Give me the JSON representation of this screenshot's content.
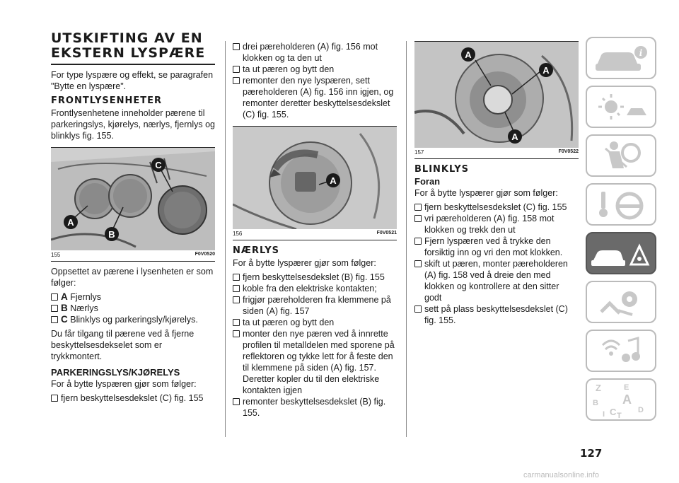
{
  "col1": {
    "title_line1": "UTSKIFTING AV EN",
    "title_line2": "EKSTERN LYSPÆRE",
    "intro": "For type lyspære og effekt, se paragrafen \"Bytte en lyspære\".",
    "section_heading": "FRONTLYSENHETER",
    "section_text": "Frontlysenhetene inneholder pærene til parkeringslys, kjørelys, nærlys, fjernlys og blinklys fig. 155.",
    "fig": {
      "number": "155",
      "code": "F0V0520"
    },
    "after_fig": "Oppsettet av pærene i lysenheten er som følger:",
    "items": [
      {
        "letter": "A",
        "text": "Fjernlys"
      },
      {
        "letter": "B",
        "text": "Nærlys"
      },
      {
        "letter": "C",
        "text": "Blinklys og parkeringsly/kjørelys."
      }
    ],
    "access_text": "Du får tilgang til pærene ved å fjerne beskyttelsesdekselet som er trykkmontert.",
    "sub_heading": "PARKERINGSLYS/KJØRELYS",
    "sub_intro": "For å bytte lyspæren gjør som følger:",
    "sub_step1": "fjern beskyttelsesdekslet (C) fig. 155"
  },
  "col2": {
    "steps_top": [
      "drei pæreholderen (A) fig. 156 mot klokken og ta den ut",
      "ta ut pæren og bytt den",
      "remonter den nye lyspæren, sett pæreholderen (A) fig. 156 inn igjen, og remonter deretter beskyttelsesdekslet (C) fig. 155."
    ],
    "fig": {
      "number": "156",
      "code": "F0V0521"
    },
    "heading": "NÆRLYS",
    "intro": "For å bytte lyspærer gjør som følger:",
    "steps": [
      "fjern beskyttelsesdekslet (B) fig. 155",
      "koble fra den elektriske kontakten;",
      "frigjør pæreholderen fra klemmene på siden (A) fig. 157",
      "ta ut pæren og bytt den",
      "monter den nye pæren ved å innrette profilen til metalldelen med sporene på reflektoren og tykke lett for å feste den til klemmene på siden (A) fig. 157. Deretter kopler du til den elektriske kontakten igjen",
      "remonter beskyttelsesdekslet (B) fig. 155."
    ]
  },
  "col3": {
    "fig": {
      "number": "157",
      "code": "F0V0522"
    },
    "heading": "BLINKLYS",
    "subheading": "Foran",
    "intro": "For å bytte lyspærer gjør som følger:",
    "steps": [
      "fjern beskyttelsesdekslet (C) fig. 155",
      "vri pæreholderen (A) fig. 158 mot klokken og trekk den ut",
      "Fjern lyspæren ved å trykke den forsiktig inn og vri den mot klokken.",
      "skift ut pæren, monter pæreholderen (A) fig. 158 ved å dreie den med klokken og kontrollere at den sitter godt",
      "sett på plass beskyttelsesdekslet (C) fig. 155."
    ]
  },
  "callouts": {
    "a": "A",
    "b": "B",
    "c": "C"
  },
  "tabs": [
    {
      "icon": "car-info-icon",
      "active": false
    },
    {
      "icon": "dashboard-lights-icon",
      "active": false
    },
    {
      "icon": "safety-airbag-icon",
      "active": false
    },
    {
      "icon": "key-steering-icon",
      "active": false
    },
    {
      "icon": "warning-car-icon",
      "active": true
    },
    {
      "icon": "maintenance-icon",
      "active": false
    },
    {
      "icon": "multimedia-icon",
      "active": false
    },
    {
      "icon": "alphabetical-index-icon",
      "active": false
    }
  ],
  "index_letters": [
    "Z",
    "E",
    "B",
    "A",
    "I",
    "C",
    "T",
    "D"
  ],
  "page_number": "127",
  "footer": "carmanualsonline.info"
}
